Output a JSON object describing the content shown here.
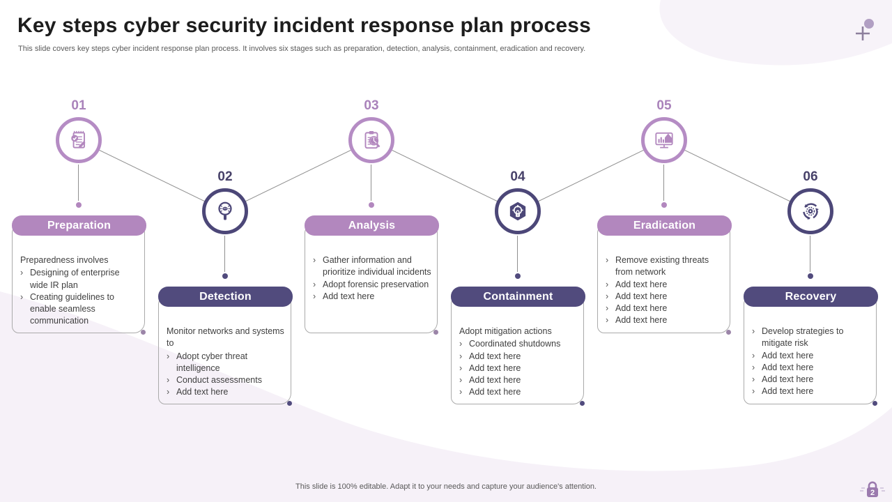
{
  "slide": {
    "title": "Key steps cyber security incident response plan process",
    "subtitle": "This slide covers key steps cyber incident response plan process. It involves six stages such as preparation, detection, analysis, containment, eradication and recovery.",
    "footer": "This slide is 100% editable. Adapt it to your needs and capture your audience's attention.",
    "page_number": "2"
  },
  "bullet_char": "›",
  "colors": {
    "light_purple": "#b287be",
    "light_ring": "#b58cc4",
    "light_number": "#a982ba",
    "dark_purple": "#514b7d",
    "dark_ring": "#4c4778",
    "dark_number": "#474169",
    "connector_gray": "#8f8f8f",
    "body_text": "#3f3f3f",
    "blob_lavender": "#f6f1f8",
    "lock_purple": "#9b7aae"
  },
  "stages": [
    {
      "number": "01",
      "label": "Preparation",
      "theme": "light",
      "icon": "checklist-notepad-icon",
      "intro": "Preparedness involves",
      "bullets": [
        "Designing of enterprise wide IR plan",
        "Creating guidelines to enable seamless communication"
      ]
    },
    {
      "number": "02",
      "label": "Detection",
      "theme": "dark",
      "icon": "bug-search-icon",
      "intro": "Monitor networks and systems to",
      "bullets": [
        "Adopt cyber threat intelligence",
        "Conduct assessments",
        "Add text here"
      ]
    },
    {
      "number": "03",
      "label": "Analysis",
      "theme": "light",
      "icon": "clipboard-analysis-icon",
      "intro": "",
      "bullets": [
        "Gather information and prioritize individual incidents",
        "Adopt forensic preservation",
        "Add text here"
      ]
    },
    {
      "number": "04",
      "label": "Containment",
      "theme": "dark",
      "icon": "target-hexagon-icon",
      "intro": "Adopt mitigation actions",
      "bullets": [
        "Coordinated shutdowns",
        "Add text here",
        "Add text here",
        "Add text here",
        "Add text here"
      ]
    },
    {
      "number": "05",
      "label": "Eradication",
      "theme": "light",
      "icon": "monitor-chart-icon",
      "intro": "",
      "bullets": [
        "Remove existing threats from network",
        "Add text here",
        "Add text here",
        "Add text here",
        "Add text here"
      ]
    },
    {
      "number": "06",
      "label": "Recovery",
      "theme": "dark",
      "icon": "recycle-gear-icon",
      "intro": "",
      "bullets": [
        "Develop strategies to mitigate risk",
        "Add text here",
        "Add text here",
        "Add text here",
        "Add text here"
      ]
    }
  ]
}
